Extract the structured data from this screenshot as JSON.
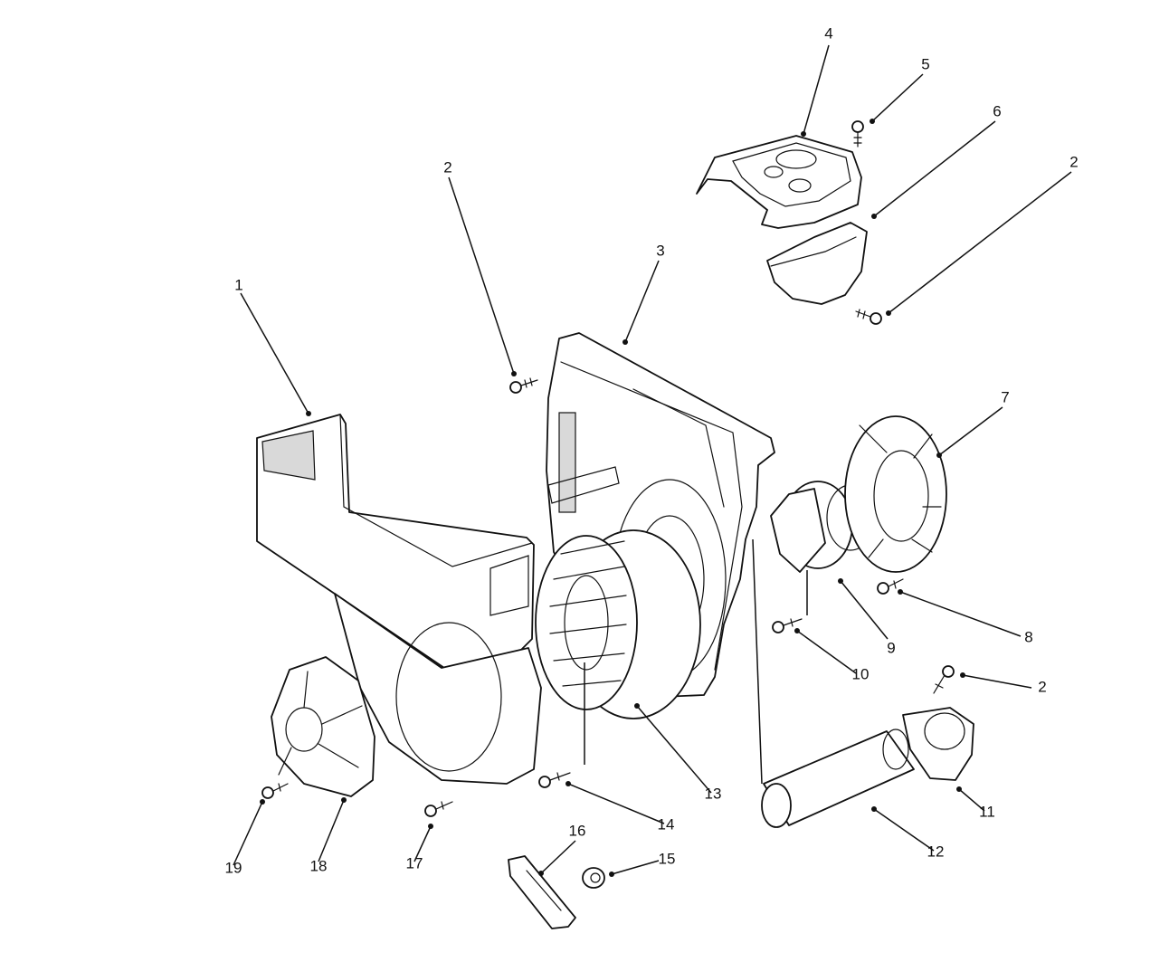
{
  "callouts": [
    "1",
    "2",
    "3",
    "4",
    "5",
    "6",
    "2",
    "7",
    "8",
    "9",
    "10",
    "2",
    "11",
    "12",
    "13",
    "14",
    "15",
    "16",
    "17",
    "18",
    "19"
  ]
}
